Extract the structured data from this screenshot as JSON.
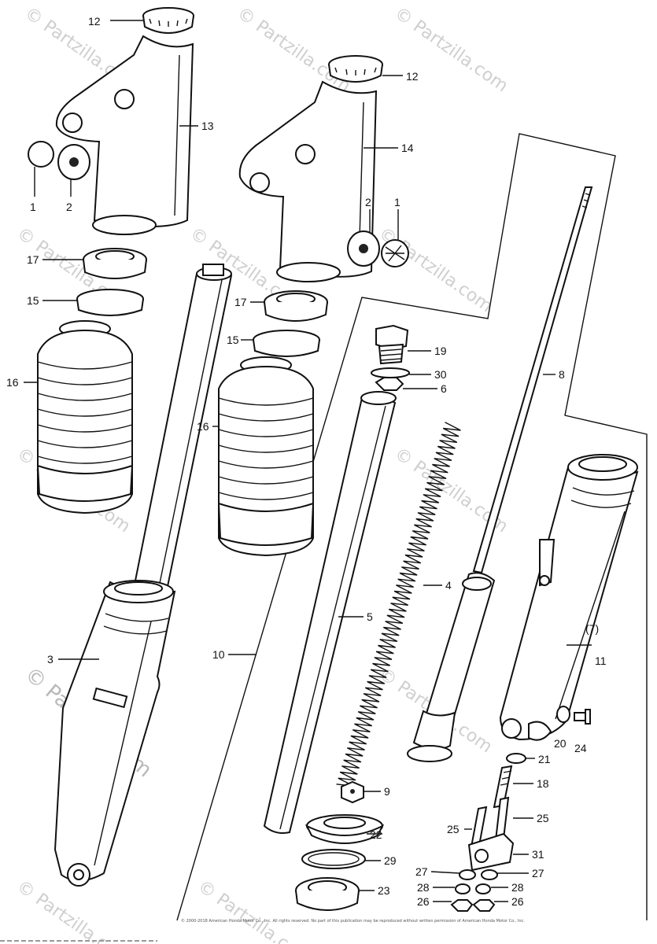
{
  "watermark": {
    "text": "© Partzilla.com"
  },
  "copyright": "© 2000-2018 American Honda Motor Co., Inc. All rights reserved. No part of this publication may be reproduced without written permission of American Honda Motor Co., Inc.",
  "labels": [
    {
      "id": "l12a",
      "text": "12"
    },
    {
      "id": "l13",
      "text": "13"
    },
    {
      "id": "l1a",
      "text": "1"
    },
    {
      "id": "l2a",
      "text": "2"
    },
    {
      "id": "l12b",
      "text": "12"
    },
    {
      "id": "l14",
      "text": "14"
    },
    {
      "id": "l2b",
      "text": "2"
    },
    {
      "id": "l1b",
      "text": "1"
    },
    {
      "id": "l17a",
      "text": "17"
    },
    {
      "id": "l15a",
      "text": "15"
    },
    {
      "id": "l16a",
      "text": "16"
    },
    {
      "id": "l17b",
      "text": "17"
    },
    {
      "id": "l15b",
      "text": "15"
    },
    {
      "id": "l16b",
      "text": "16"
    },
    {
      "id": "l19",
      "text": "19"
    },
    {
      "id": "l30",
      "text": "30"
    },
    {
      "id": "l6",
      "text": "6"
    },
    {
      "id": "l8",
      "text": "8"
    },
    {
      "id": "l4",
      "text": "4"
    },
    {
      "id": "l5",
      "text": "5"
    },
    {
      "id": "l3",
      "text": "3"
    },
    {
      "id": "l10",
      "text": "10"
    },
    {
      "id": "l7",
      "text": "(7)"
    },
    {
      "id": "l11",
      "text": "11"
    },
    {
      "id": "l20",
      "text": "20"
    },
    {
      "id": "l24",
      "text": "24"
    },
    {
      "id": "l21",
      "text": "21"
    },
    {
      "id": "l9",
      "text": "9"
    },
    {
      "id": "l18",
      "text": "18"
    },
    {
      "id": "l25a",
      "text": "25"
    },
    {
      "id": "l25b",
      "text": "25"
    },
    {
      "id": "l22",
      "text": "22"
    },
    {
      "id": "l31",
      "text": "31"
    },
    {
      "id": "l29",
      "text": "29"
    },
    {
      "id": "l27a",
      "text": "27"
    },
    {
      "id": "l27b",
      "text": "27"
    },
    {
      "id": "l28a",
      "text": "28"
    },
    {
      "id": "l28b",
      "text": "28"
    },
    {
      "id": "l26a",
      "text": "26"
    },
    {
      "id": "l26b",
      "text": "26"
    },
    {
      "id": "l23",
      "text": "23"
    }
  ]
}
